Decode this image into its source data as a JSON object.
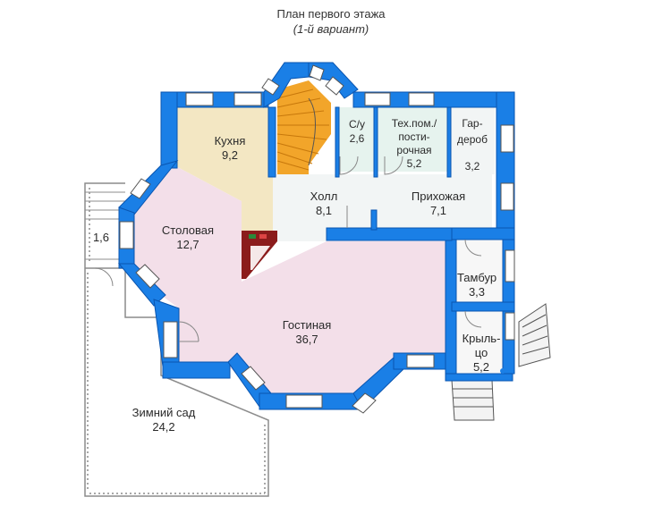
{
  "header": {
    "title": "План первого этажа",
    "subtitle": "(1-й вариант)"
  },
  "colors": {
    "wall": "#1a7fe6",
    "wall_edge": "#0a55b0",
    "living_floor": "#f3dfe9",
    "kitchen_floor": "#f3e7c3",
    "hall_floor": "#f2f5f5",
    "wc_floor": "#e6f3ee",
    "stair": "#f2a52a",
    "garden_line": "#8c8c8c",
    "fireplace": "#8b1c1c"
  },
  "rooms": {
    "kitchen": {
      "name": "Кухня",
      "area": "9,2"
    },
    "wc": {
      "name": "С/у",
      "area": "2,6"
    },
    "tech": {
      "name_line1": "Тех.пом./",
      "name_line2": "пости-",
      "name_line3": "рочная",
      "area": "5,2"
    },
    "wardrobe": {
      "name_line1": "Гар-",
      "name_line2": "дероб",
      "area": "3,2"
    },
    "hall": {
      "name": "Холл",
      "area": "8,1"
    },
    "entry": {
      "name": "Прихожая",
      "area": "7,1"
    },
    "dining": {
      "name": "Столовая",
      "area": "12,7"
    },
    "living": {
      "name": "Гостиная",
      "area": "36,7"
    },
    "tambour": {
      "name": "Тамбур",
      "area": "3,3"
    },
    "porch": {
      "name_line1": "Крыль-",
      "name_line2": "цо",
      "area": "5,2"
    },
    "winter_garden": {
      "name": "Зимний сад",
      "area": "24,2"
    },
    "small_porch": {
      "area": "1,6"
    }
  }
}
